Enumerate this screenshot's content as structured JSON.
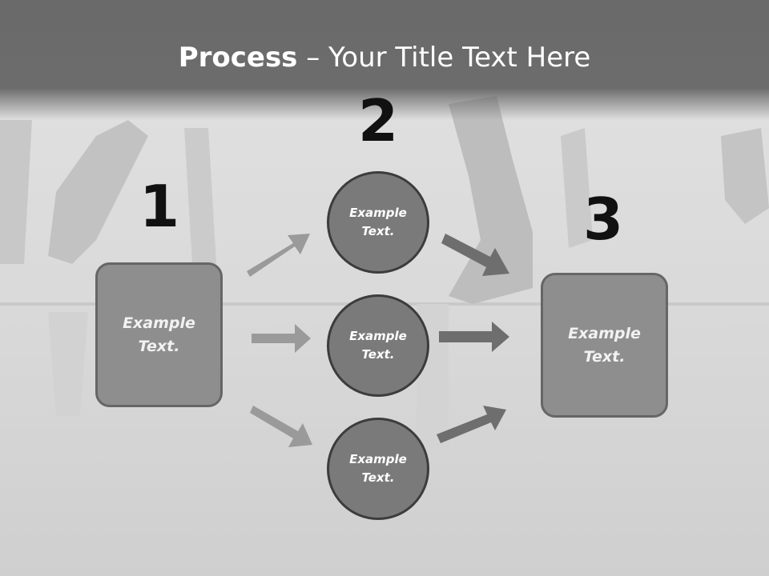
{
  "slide": {
    "title_bold": "Process",
    "title_rest": " – Your Title Text Here"
  },
  "steps": {
    "one": "1",
    "two": "2",
    "three": "3"
  },
  "nodes": {
    "left_box": [
      "Example",
      "Text."
    ],
    "circle_top": [
      "Example",
      "Text."
    ],
    "circle_middle": [
      "Example",
      "Text."
    ],
    "circle_bottom": [
      "Example",
      "Text."
    ],
    "right_box": [
      "Example",
      "Text."
    ]
  },
  "colors": {
    "header": "#6a6a6a",
    "box_fill": "#8e8e8e",
    "circle_fill": "#7a7a7a",
    "arrow_light": "#9a9a9a",
    "arrow_dark": "#6e6e6e"
  }
}
